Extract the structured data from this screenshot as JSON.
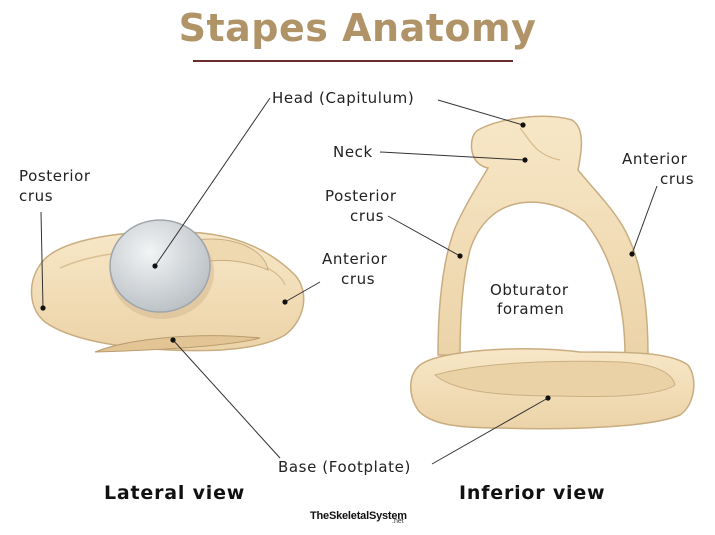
{
  "title": "Stapes Anatomy",
  "labels": {
    "head": "Head (Capitulum)",
    "neck": "Neck",
    "posterior_crus_left_1": "Posterior",
    "posterior_crus_left_2": "crus",
    "anterior_crus_left_1": "Anterior",
    "anterior_crus_left_2": "crus",
    "posterior_crus_right_1": "Posterior",
    "posterior_crus_right_2": "crus",
    "anterior_crus_right_1": "Anterior",
    "anterior_crus_right_2": "crus",
    "obturator_1": "Obturator",
    "obturator_2": "foramen",
    "base": "Base (Footplate)"
  },
  "views": {
    "lateral": "Lateral view",
    "inferior": "Inferior view"
  },
  "brand": {
    "name": "TheSkeletalSystem",
    "suffix": ".net"
  },
  "colors": {
    "title": "#b09468",
    "title_rule": "#6b2a2a",
    "bone_fill": "#f3dfbb",
    "bone_stroke": "#c9ad80",
    "head_fill": "#d8dcdf",
    "leader": "#333333"
  }
}
